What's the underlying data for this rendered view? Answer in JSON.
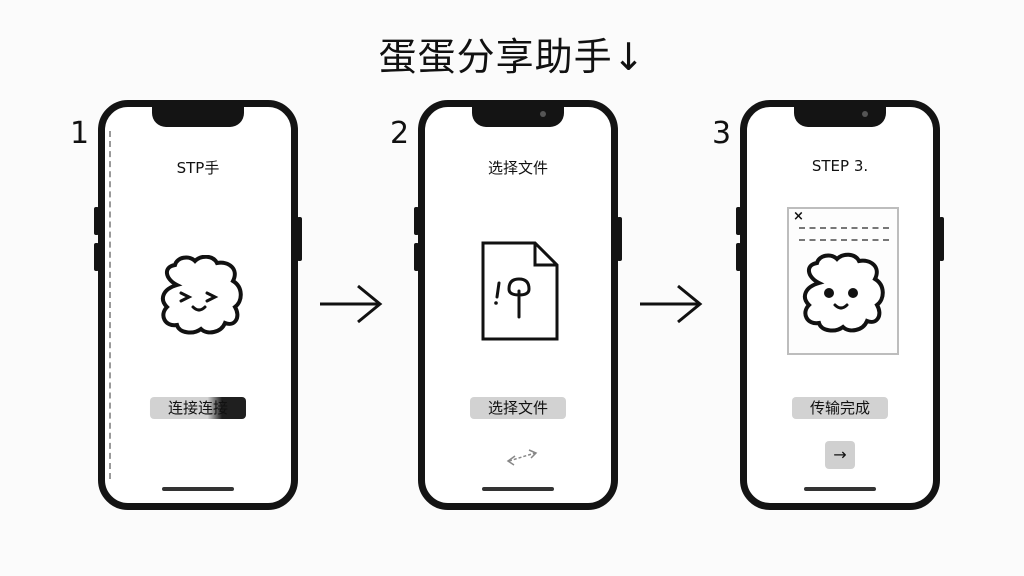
{
  "title": "蛋蛋分享助手↓",
  "steps": [
    {
      "number": "1",
      "screen_title": "STP手",
      "button": "连接连接"
    },
    {
      "number": "2",
      "screen_title": "选择文件",
      "button": "选择文件"
    },
    {
      "number": "3",
      "screen_title": "STEP 3.",
      "button": "传输完成"
    }
  ],
  "icons": {
    "step1": "happy-blob-icon",
    "step2": "file-upload-icon",
    "step2_extra": "swap-arrows-icon",
    "step3": "blob-face-icon",
    "step3_next": "arrow-right-icon",
    "flow": "arrow-right-icon"
  },
  "colors": {
    "accent": "#141414",
    "pill": "#d2d2d2",
    "background": "#fbfbfb"
  }
}
